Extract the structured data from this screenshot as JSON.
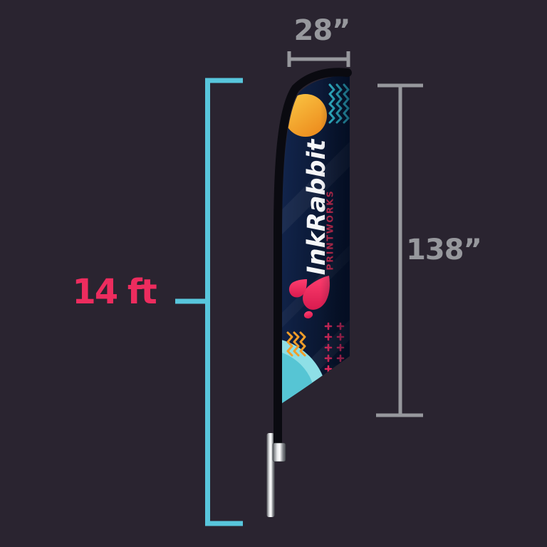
{
  "diagram": {
    "type": "feather-flag-size-diagram"
  },
  "measurements": {
    "width_label": "28”",
    "height_label": "138”",
    "total_height_label": "14 ft"
  },
  "flag": {
    "brand_name": "InkRabbit",
    "brand_subtitle": "PRINTWORKS"
  },
  "colors": {
    "bg": "#2a2430",
    "measure": "#97989d",
    "accent-pink": "#ed2c5e",
    "accent-cyan": "#58c6dc"
  }
}
